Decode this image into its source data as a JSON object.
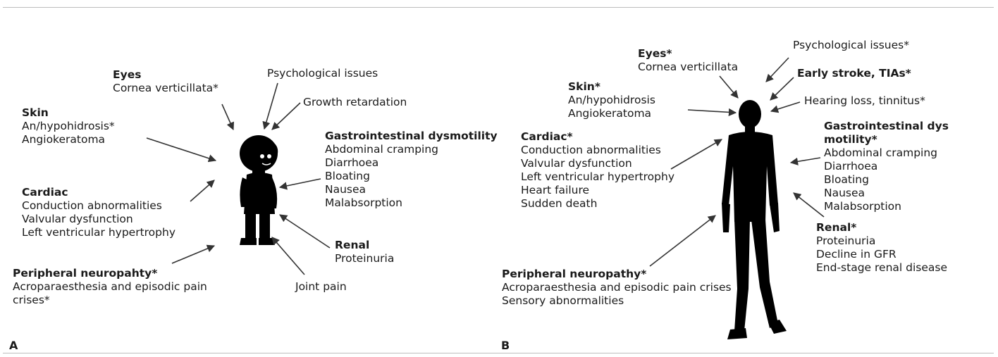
{
  "panel_a": {
    "label": "A",
    "eyes": {
      "heading": "Eyes",
      "items": [
        "Cornea verticillata*"
      ]
    },
    "psych": "Psychological issues",
    "growth": "Growth retardation",
    "skin": {
      "heading": "Skin",
      "items": [
        "An/hypohidrosis*",
        "Angiokeratoma"
      ]
    },
    "gi": {
      "heading": "Gastrointestinal dysmotility",
      "items": [
        "Abdominal cramping",
        "Diarrhoea",
        "Bloating",
        "Nausea",
        "Malabsorption"
      ]
    },
    "cardiac": {
      "heading": "Cardiac",
      "items": [
        "Conduction abnormalities",
        "Valvular dysfunction",
        "Left ventricular hypertrophy"
      ]
    },
    "renal": {
      "heading": "Renal",
      "items": [
        "Proteinuria"
      ]
    },
    "neuro": {
      "heading": "Peripheral neuropahty*",
      "items": [
        "Acroparaesthesia and episodic pain crises*"
      ]
    },
    "joint": "Joint pain"
  },
  "panel_b": {
    "label": "B",
    "eyes": {
      "heading": "Eyes*",
      "items": [
        "Cornea verticillata"
      ]
    },
    "psych": "Psychological issues*",
    "stroke": "Early stroke, TIAs*",
    "hearing": "Hearing loss, tinnitus*",
    "skin": {
      "heading": "Skin*",
      "items": [
        "An/hypohidrosis",
        "Angiokeratoma"
      ]
    },
    "cardiac": {
      "heading": "Cardiac*",
      "items": [
        "Conduction abnormalities",
        "Valvular dysfunction",
        "Left ventricular hypertrophy",
        "Heart failure",
        "Sudden death"
      ]
    },
    "gi": {
      "heading_1": "Gastrointestinal dys",
      "heading_2": "motility*",
      "items": [
        "Abdominal cramping",
        "Diarrhoea",
        "Bloating",
        "Nausea",
        "Malabsorption"
      ]
    },
    "renal": {
      "heading": "Renal*",
      "items": [
        "Proteinuria",
        "Decline in GFR",
        "End-stage renal disease"
      ]
    },
    "neuro": {
      "heading": "Peripheral neuropathy*",
      "items": [
        "Acroparaesthesia and episodic pain crises",
        "Sensory abnormalities"
      ]
    }
  },
  "colors": {
    "text": "#1a1a1a",
    "silhouette": "#000000",
    "frame": "#bdbdbd"
  }
}
